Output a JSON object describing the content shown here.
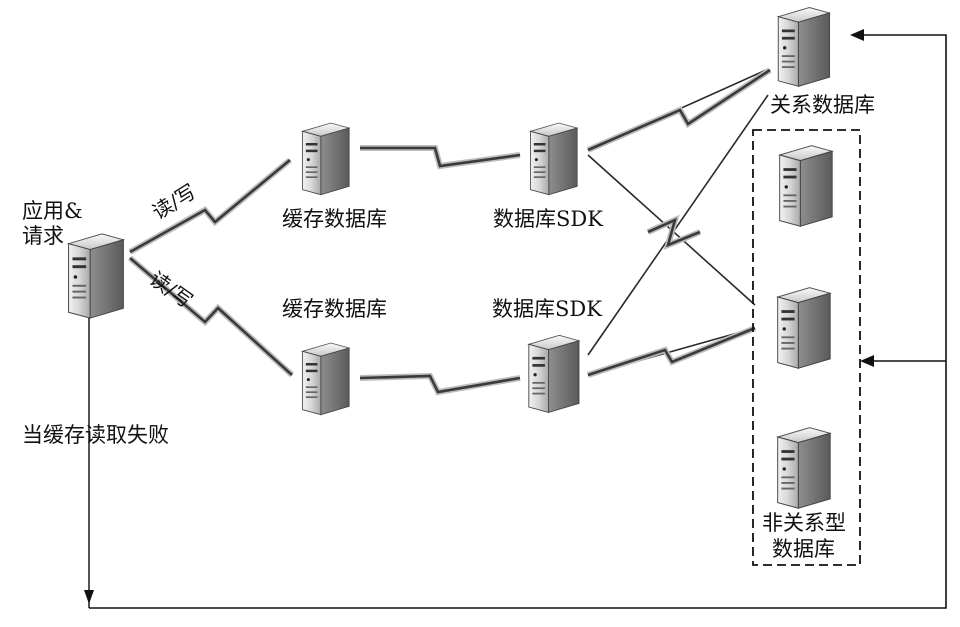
{
  "nodes": {
    "app": {
      "label_line1": "应用&",
      "label_line2": "请求"
    },
    "cache_top": {
      "label": "缓存数据库"
    },
    "cache_bottom": {
      "label": "缓存数据库"
    },
    "sdk_top": {
      "label": "数据库SDK"
    },
    "sdk_bottom": {
      "label": "数据库SDK"
    },
    "relational_db": {
      "label": "关系数据库"
    },
    "nosql_db": {
      "label_line1": "非关系型",
      "label_line2": "数据库"
    }
  },
  "edges": {
    "read_write_top": "读/写",
    "read_write_bottom": "读/写",
    "cache_miss": "当缓存读取失败"
  }
}
